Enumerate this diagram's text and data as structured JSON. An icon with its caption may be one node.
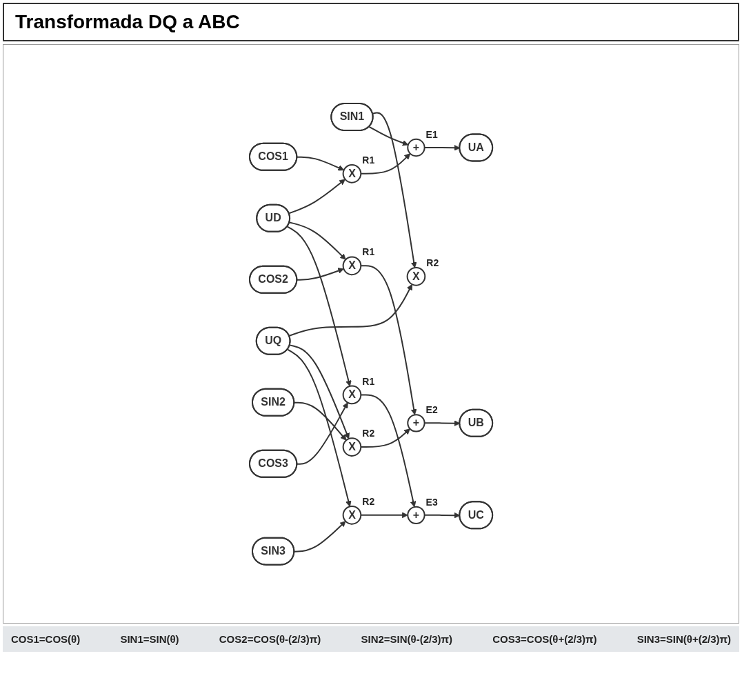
{
  "diagram": {
    "title": "Transformada DQ a ABC",
    "nodes": [
      {
        "text": [
          "UD"
        ]
      },
      {
        "text": [
          "UQ"
        ]
      },
      {
        "text": [
          "COS1"
        ]
      },
      {
        "text": [
          "SIN1"
        ]
      },
      {
        "text": [
          "COS2"
        ]
      },
      {
        "text": [
          "SIN2"
        ]
      },
      {
        "text": [
          "COS3"
        ]
      },
      {
        "text": [
          "SIN3"
        ]
      },
      {
        "text": [
          "X"
        ],
        "beside": [
          "R1"
        ]
      },
      {
        "text": [
          "X"
        ],
        "beside": [
          "R2"
        ]
      },
      {
        "text": [
          "+"
        ],
        "beside": [
          "E1"
        ]
      },
      {
        "text": [
          "X"
        ],
        "beside": [
          "R1"
        ]
      },
      {
        "text": [
          "X"
        ],
        "beside": [
          "R2"
        ]
      },
      {
        "text": [
          "+"
        ],
        "beside": [
          "E2"
        ]
      },
      {
        "text": [
          "X"
        ],
        "beside": [
          "R1"
        ]
      },
      {
        "text": [
          "X"
        ],
        "beside": [
          "R2"
        ]
      },
      {
        "text": [
          "+"
        ],
        "beside": [
          "E3"
        ]
      },
      {
        "text": [
          "UA"
        ]
      },
      {
        "text": [
          "UB"
        ]
      },
      {
        "text": [
          "UC"
        ]
      }
    ],
    "edges": [
      {
        "from": 0,
        "to": 8,
        "arrow": "to"
      },
      {
        "from": 2,
        "to": 8,
        "arrow": "to"
      },
      {
        "from": 1,
        "to": 9,
        "arrow": "to"
      },
      {
        "from": 3,
        "to": 9,
        "arrow": "to"
      },
      {
        "from": 8,
        "to": 10,
        "arrow": "to"
      },
      {
        "from": 3,
        "to": 10,
        "arrow": "to"
      },
      {
        "from": 10,
        "to": 17,
        "arrow": "to"
      },
      {
        "from": 0,
        "to": 11,
        "arrow": "to"
      },
      {
        "from": 4,
        "to": 11,
        "arrow": "to"
      },
      {
        "from": 11,
        "to": 13,
        "arrow": "to"
      },
      {
        "from": 1,
        "to": 12,
        "arrow": "to"
      },
      {
        "from": 5,
        "to": 12,
        "arrow": "to"
      },
      {
        "from": 12,
        "to": 13,
        "arrow": "to"
      },
      {
        "from": 13,
        "to": 18,
        "arrow": "to"
      },
      {
        "from": 0,
        "to": 14,
        "arrow": "to"
      },
      {
        "from": 6,
        "to": 14,
        "arrow": "to"
      },
      {
        "from": 14,
        "to": 16,
        "arrow": "to"
      },
      {
        "from": 1,
        "to": 15,
        "arrow": "to"
      },
      {
        "from": 7,
        "to": 15,
        "arrow": "to"
      },
      {
        "from": 15,
        "to": 16,
        "arrow": "to"
      },
      {
        "from": 16,
        "to": 19,
        "arrow": "to"
      }
    ],
    "labels": [
      "COS1=COS(θ)",
      "SIN1=SIN(θ)",
      "COS2=COS(θ-(2/3)π)",
      "SIN2=SIN(θ-(2/3)π)",
      "COS3=COS(θ+(2/3)π)",
      "SIN3=SIN(θ+(2/3)π)"
    ]
  }
}
